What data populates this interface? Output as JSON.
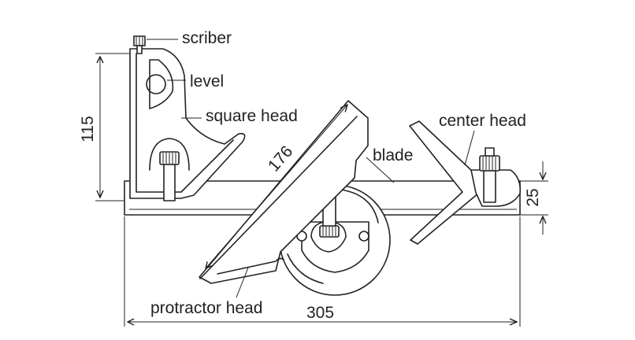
{
  "labels": {
    "scriber": "scriber",
    "level": "level",
    "square_head": "square head",
    "center_head": "center head",
    "blade": "blade",
    "protractor_head": "protractor head"
  },
  "dimensions": {
    "height_115": "115",
    "diag_176": "176",
    "blade_25": "25",
    "length_305": "305"
  }
}
